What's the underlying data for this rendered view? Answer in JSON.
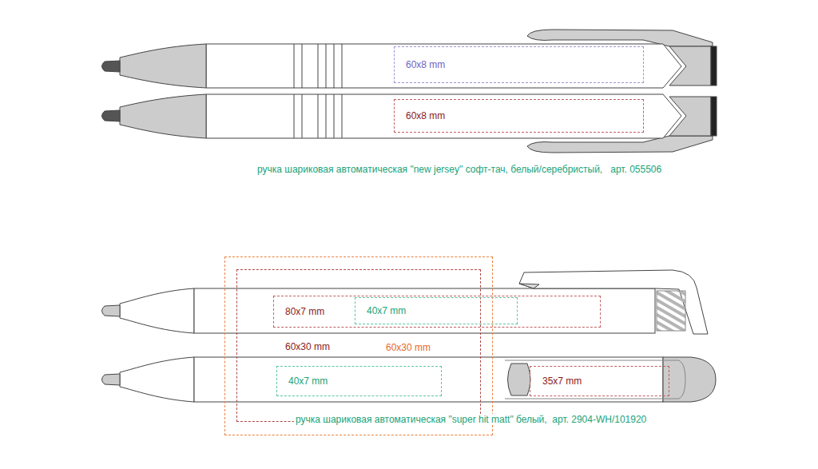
{
  "diagram": {
    "nodes": [
      {
        "text": [
          "60x8 mm"
        ]
      },
      {
        "text": [
          "60x8 mm"
        ]
      },
      {
        "text": [
          "60x30 mm"
        ]
      },
      {
        "text": [
          "60x30 mm"
        ],
        "in": 2
      },
      {
        "text": [
          "80x7 mm"
        ]
      },
      {
        "text": [
          "40x7 mm"
        ]
      },
      {
        "text": [
          "40x7 mm"
        ],
        "in": 3
      },
      {
        "text": [
          "35x7 mm"
        ]
      }
    ],
    "labels": [
      "ручка шариковая автоматическая \"new jersey\" софт-тач, белый/серебристый,   арт. 055506",
      "ручка шариковая автоматическая \"super hit matt\" белый,  арт. 2904-WH/101920"
    ]
  }
}
